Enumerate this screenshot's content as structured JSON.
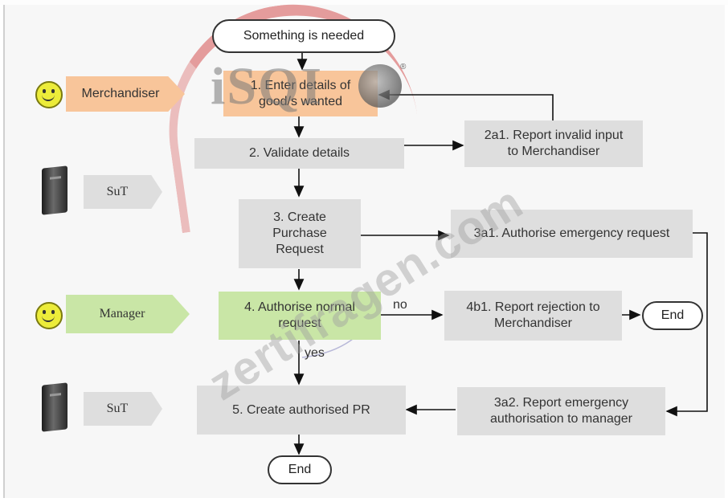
{
  "nodes": {
    "start": "Something is needed",
    "step1": "1. Enter details of good/s wanted",
    "step2": "2. Validate details",
    "step2a1": "2a1. Report invalid input to Merchandiser",
    "step3": "3. Create Purchase Request",
    "step3a1": "3a1. Authorise emergency request",
    "step4": "4. Authorise normal request",
    "step4b1": "4b1. Report rejection to Merchandiser",
    "end1": "End",
    "step5": "5. Create authorised PR",
    "step3a2": "3a2. Report emergency authorisation to manager",
    "end2": "End"
  },
  "actors": {
    "merchandiser": "Merchandiser",
    "sut1": "SuT",
    "manager": "Manager",
    "sut2": "SuT"
  },
  "edge_labels": {
    "no": "no",
    "yes": "yes"
  },
  "watermarks": {
    "logo": "iSQI",
    "site": "zertifragen.com"
  },
  "colors": {
    "process_box": "#dedede",
    "merchandiser_step": "#f8c59a",
    "manager_step": "#c9e6a6"
  }
}
